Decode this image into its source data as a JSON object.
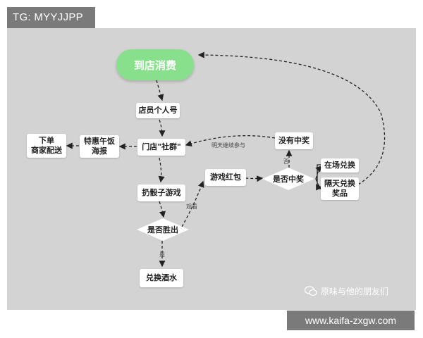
{
  "watermark_top": "TG: MYYJJPP",
  "watermark_bottom": "www.kaifa-zxgw.com",
  "wechat_account": "原味与他的朋友们",
  "nodes": {
    "start": "到店消费",
    "staff_account": "店员个人号",
    "store_group": "门店\"社群\"",
    "lunch_poster": "特惠午饭\n海报",
    "order_delivery": "下单\n商家配送",
    "dice_game": "扔骰子游戏",
    "win_decision": "是否胜出",
    "redeem_wine": "兑换酒水",
    "game_redpacket": "游戏红包",
    "prize_decision": "是否中奖",
    "no_prize": "没有中奖",
    "onsite_redeem": "在场兑换",
    "nextday_redeem": "隔天兑换\n奖品"
  },
  "edge_labels": {
    "yes": "是",
    "no": "否",
    "watch": "观看",
    "continue_tomorrow": "明天继续参与"
  },
  "colors": {
    "panel": "#d3d3d3",
    "start_fill": "#88e08c",
    "watermark_bg": "#7a7a7a"
  }
}
